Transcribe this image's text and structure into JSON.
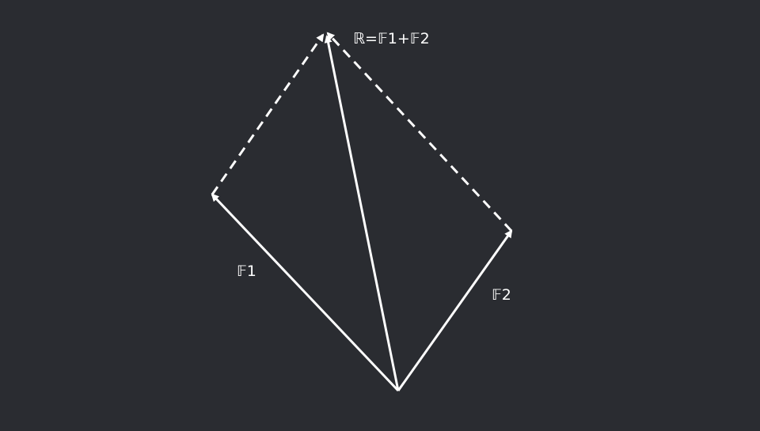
{
  "diagram": {
    "labels": {
      "resultant": "ℝ=𝔽1+𝔽2",
      "f1": "𝔽1",
      "f2": "𝔽2"
    },
    "colors": {
      "background": "#2a2c31",
      "stroke": "#ffffff"
    },
    "vectors": [
      {
        "name": "F1",
        "style": "solid"
      },
      {
        "name": "F2",
        "style": "solid"
      },
      {
        "name": "R",
        "style": "solid"
      },
      {
        "name": "F1-parallel-to-R",
        "style": "dashed"
      },
      {
        "name": "F2-parallel-to-R",
        "style": "dashed"
      }
    ]
  }
}
